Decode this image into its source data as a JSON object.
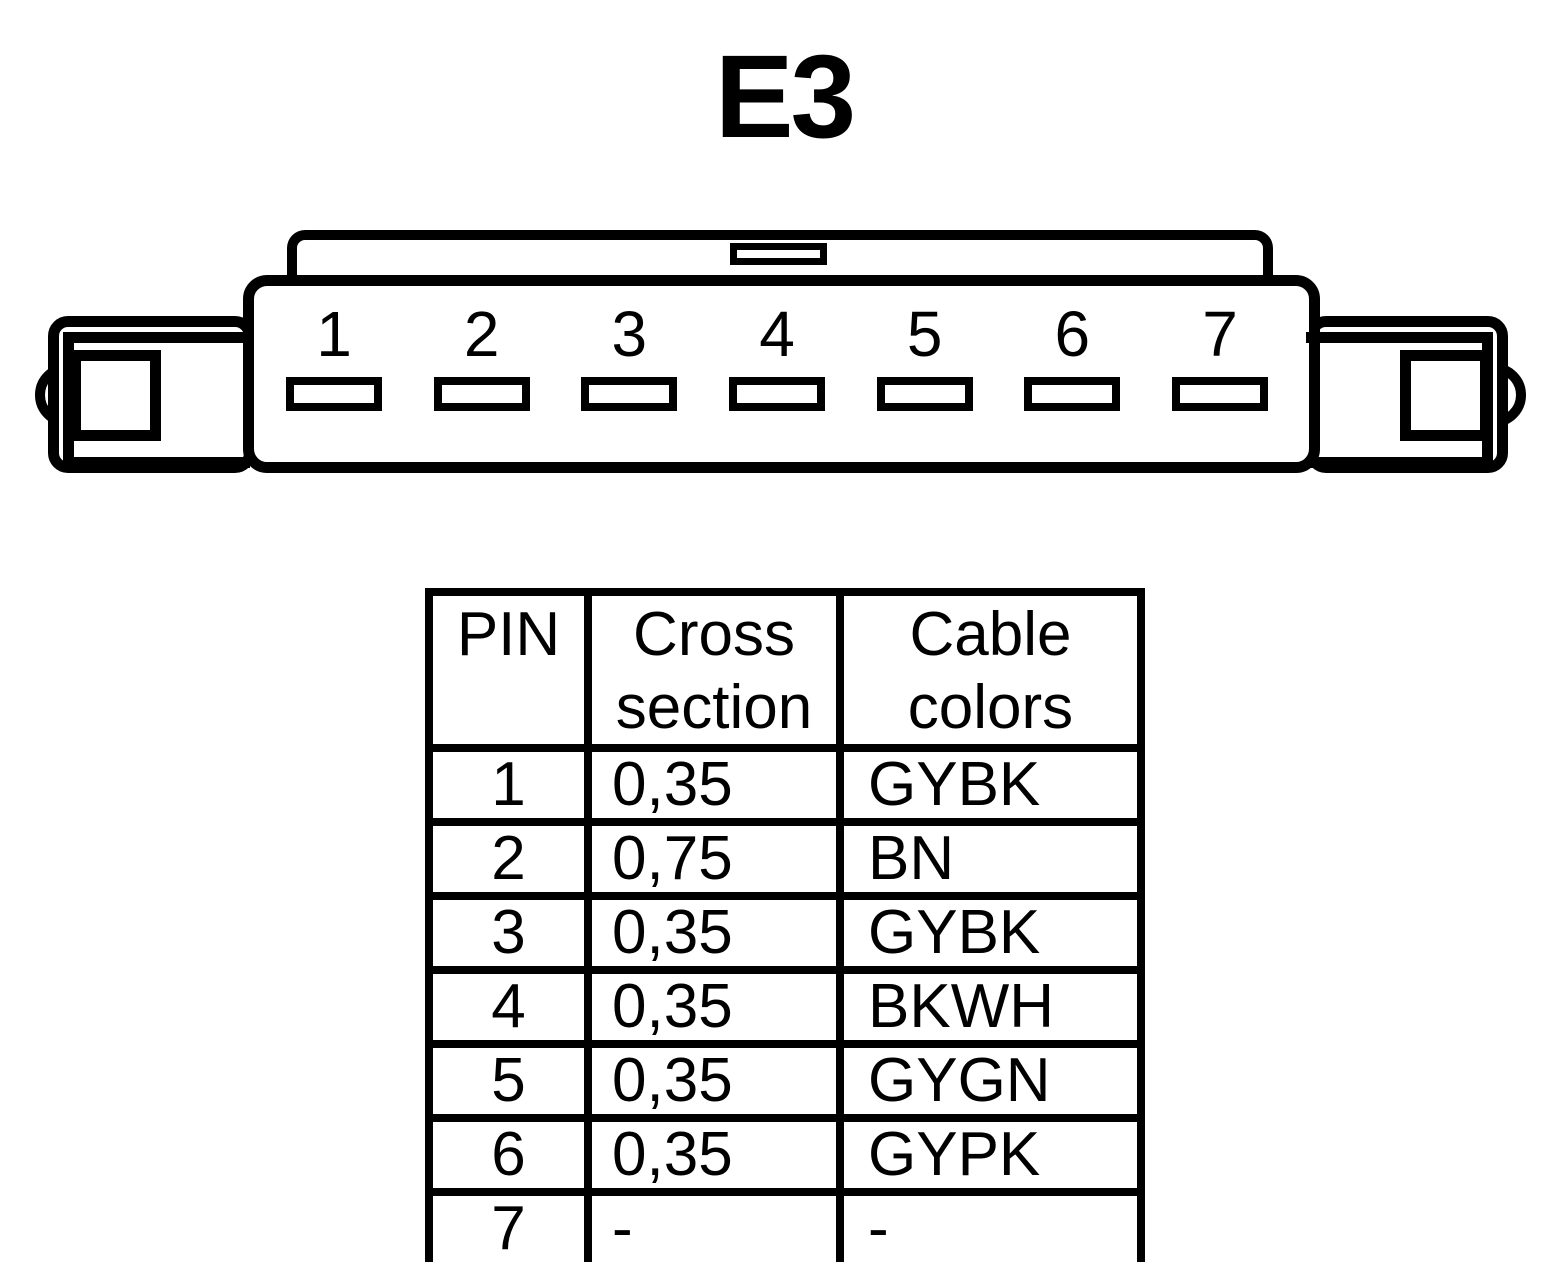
{
  "title": "E3",
  "colors": {
    "ink": "#000000",
    "paper": "#ffffff"
  },
  "connector": {
    "pins": [
      "1",
      "2",
      "3",
      "4",
      "5",
      "6",
      "7"
    ]
  },
  "table": {
    "headers": {
      "pin": "PIN",
      "cross_section": "Cross section",
      "cable_colors": "Cable colors"
    },
    "rows": [
      {
        "pin": "1",
        "cross_section": "0,35",
        "cable_colors": "GYBK"
      },
      {
        "pin": "2",
        "cross_section": "0,75",
        "cable_colors": "BN"
      },
      {
        "pin": "3",
        "cross_section": "0,35",
        "cable_colors": "GYBK"
      },
      {
        "pin": "4",
        "cross_section": "0,35",
        "cable_colors": "BKWH"
      },
      {
        "pin": "5",
        "cross_section": "0,35",
        "cable_colors": "GYGN"
      },
      {
        "pin": "6",
        "cross_section": "0,35",
        "cable_colors": "GYPK"
      },
      {
        "pin": "7",
        "cross_section": "-",
        "cable_colors": "-"
      }
    ]
  }
}
